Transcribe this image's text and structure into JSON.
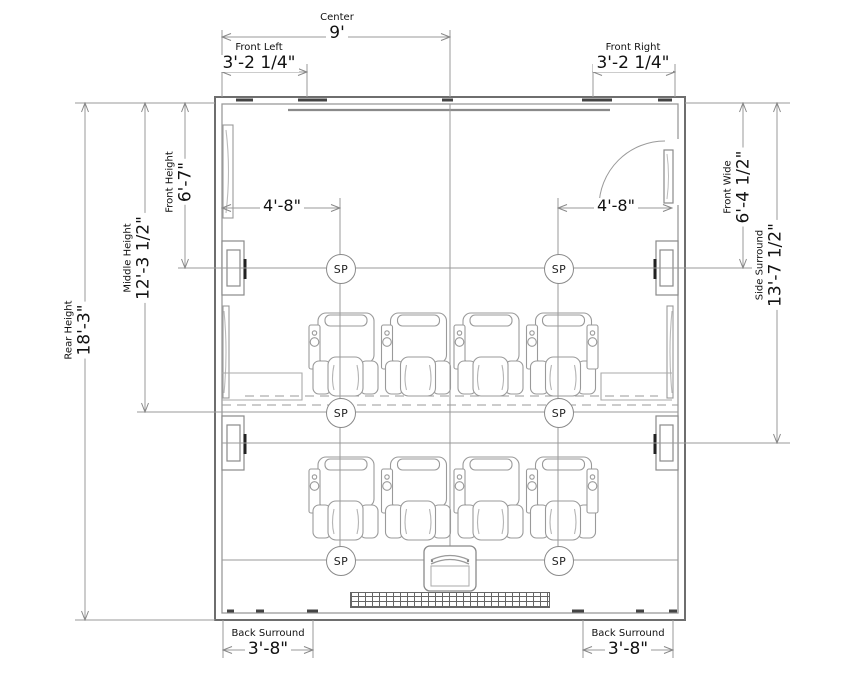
{
  "plan": {
    "sp_label": "SP",
    "dims": {
      "center": {
        "label": "Center",
        "value": "9'"
      },
      "front_left": {
        "label": "Front Left",
        "value": "3'-2 1/4\""
      },
      "front_right": {
        "label": "Front Right",
        "value": "3'-2 1/4\""
      },
      "front_height": {
        "label": "Front Height",
        "value": "6'-7\""
      },
      "middle_height": {
        "label": "Middle Height",
        "value": "12'-3 1/2\""
      },
      "rear_height": {
        "label": "Rear Height",
        "value": "18'-3\""
      },
      "front_wide": {
        "label": "Front Wide",
        "value": "6'-4 1/2\""
      },
      "side_surround": {
        "label": "Side Surround",
        "value": "13'-7 1/2\""
      },
      "back_surround_left": {
        "label": "Back Surround",
        "value": "3'-8\""
      },
      "back_surround_right": {
        "label": "Back Surround",
        "value": "3'-8\""
      },
      "span_left": {
        "value": "4'-8\""
      },
      "span_right": {
        "value": "4'-8\""
      }
    },
    "colors": {
      "line": "#9a9a9a",
      "wall": "#6e6e6e",
      "text": "#1a1a1a"
    }
  }
}
